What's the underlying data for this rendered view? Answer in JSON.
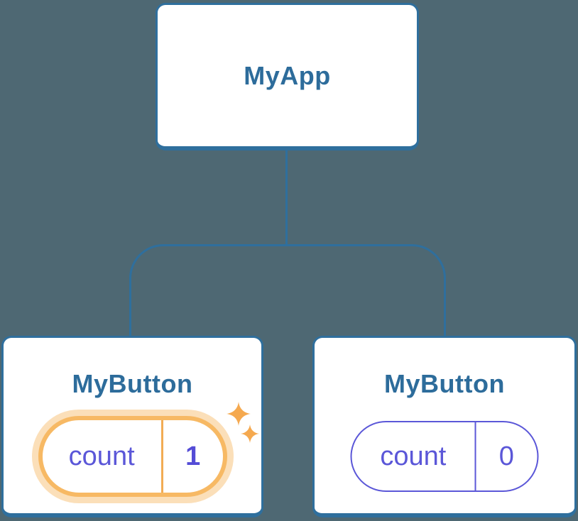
{
  "colors": {
    "background": "#4E6873",
    "node_background": "#FFFFFF",
    "node_border_blue": "#2F6F9D",
    "node_title_blue": "#2D6C9B",
    "state_purple": "#5B57D8",
    "state_value_bold_purple": "#544CD6",
    "highlight_orange_border": "#F7B964",
    "highlight_orange_halo": "rgba(247,185,100,0.45)",
    "highlight_orange_divider": "#F2AC54",
    "sparkle_orange": "#F5A94F"
  },
  "icons": {
    "sparkle": {
      "name": "sparkle-icon",
      "glyph": "✦"
    }
  },
  "tree": {
    "root": {
      "label": "MyApp"
    },
    "children": [
      {
        "label": "MyButton",
        "state": {
          "key": "count",
          "value": "1"
        },
        "highlighted": true
      },
      {
        "label": "MyButton",
        "state": {
          "key": "count",
          "value": "0"
        },
        "highlighted": false
      }
    ]
  }
}
